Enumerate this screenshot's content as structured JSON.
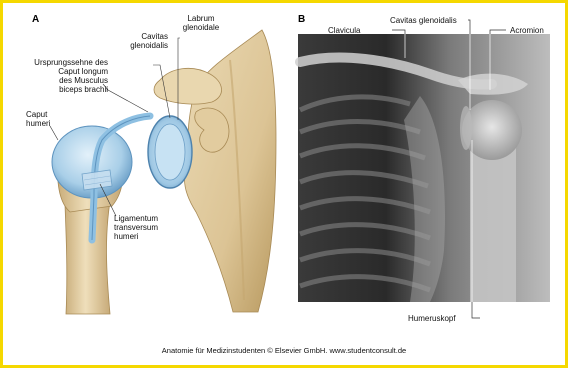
{
  "panel_a": {
    "letter": "A",
    "labels": {
      "ursprung_1": "Ursprungssehne des",
      "ursprung_2": "Caput longum",
      "ursprung_3": "des Musculus",
      "ursprung_4": "biceps brachii",
      "cavitas_1": "Cavitas",
      "cavitas_2": "glenoidalis",
      "labrum_1": "Labrum",
      "labrum_2": "glenoidale",
      "caput_1": "Caput",
      "caput_2": "humeri",
      "lig_1": "Ligamentum",
      "lig_2": "transversum",
      "lig_3": "humeri"
    }
  },
  "panel_b": {
    "letter": "B",
    "labels": {
      "clavicula": "Clavicula",
      "cavitas": "Cavitas glenoidalis",
      "acromion": "Acromion",
      "humeruskopf": "Humeruskopf"
    }
  },
  "credit": "Anatomie für Medizinstudenten © Elsevier GmbH. www.studentconsult.de",
  "colors": {
    "frame": "#f5d800",
    "bone": "#e8d6ae",
    "bone_shadow": "#b99c68",
    "cartilage": "#a9cfe8",
    "cartilage_edge": "#5e94bf",
    "xray_dark": "#1c1c1c",
    "xray_light": "#d8d8d8"
  }
}
